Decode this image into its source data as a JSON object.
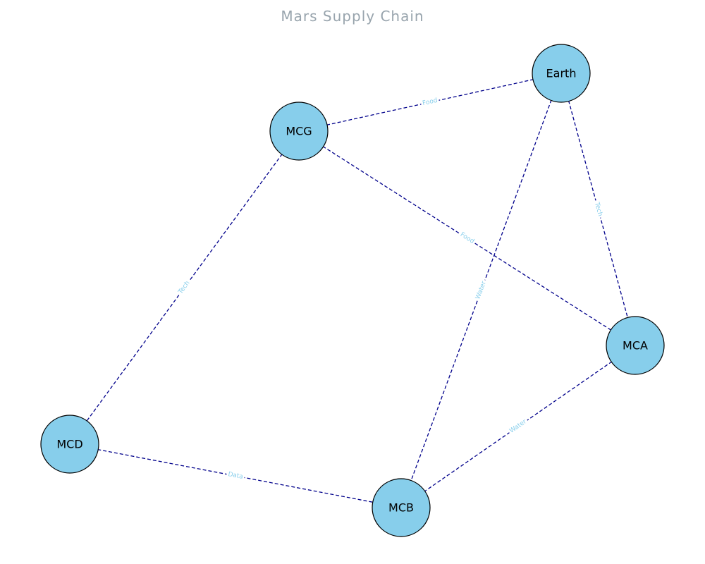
{
  "title": "Mars Supply Chain",
  "colors": {
    "node_fill": "#87ceeb",
    "node_stroke": "#000000",
    "edge": "#00008b",
    "edge_label": "#87ceeb",
    "title": "#98a4ad"
  },
  "nodes": [
    {
      "id": "Earth",
      "label": "Earth"
    },
    {
      "id": "MCG",
      "label": "MCG"
    },
    {
      "id": "MCA",
      "label": "MCA"
    },
    {
      "id": "MCD",
      "label": "MCD"
    },
    {
      "id": "MCB",
      "label": "MCB"
    }
  ],
  "edges": [
    {
      "source": "MCG",
      "target": "Earth",
      "label": "Food"
    },
    {
      "source": "MCG",
      "target": "MCA",
      "label": "Food"
    },
    {
      "source": "MCG",
      "target": "MCD",
      "label": "Tech"
    },
    {
      "source": "Earth",
      "target": "MCA",
      "label": "Tech"
    },
    {
      "source": "Earth",
      "target": "MCB",
      "label": "Water"
    },
    {
      "source": "MCA",
      "target": "MCB",
      "label": "Water"
    },
    {
      "source": "MCD",
      "target": "MCB",
      "label": "Data"
    }
  ]
}
